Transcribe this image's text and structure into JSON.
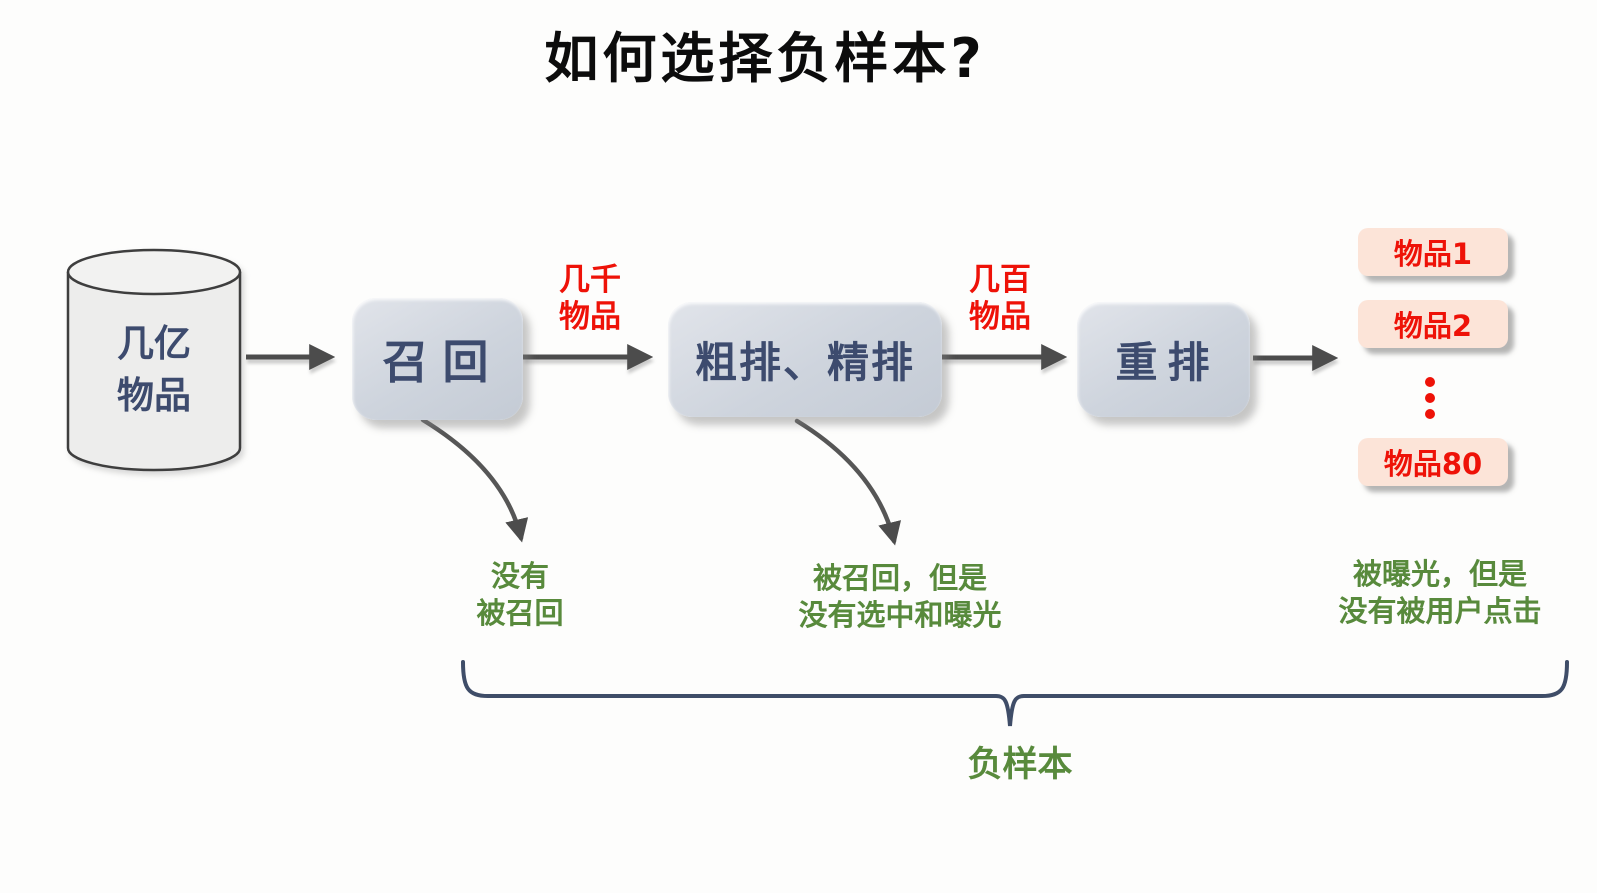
{
  "title": "如何选择负样本?",
  "source": {
    "line1": "几亿",
    "line2": "物品"
  },
  "stages": [
    {
      "label": "召回"
    },
    {
      "label": "粗排、精排"
    },
    {
      "label": "重排"
    }
  ],
  "flow_counts": [
    {
      "line1": "几千",
      "line2": "物品"
    },
    {
      "line1": "几百",
      "line2": "物品"
    }
  ],
  "output_items": [
    {
      "label": "物品1"
    },
    {
      "label": "物品2"
    },
    {
      "label": "物品80"
    }
  ],
  "negative_sources": [
    {
      "line1": "没有",
      "line2": "被召回"
    },
    {
      "line1": "被召回，但是",
      "line2": "没有选中和曝光"
    },
    {
      "line1": "被曝光，但是",
      "line2": "没有被用户点击"
    }
  ],
  "brace_label": "负样本",
  "colors": {
    "title_text": "#0c0c0c",
    "stage_text": "#3d4b6e",
    "stage_fill": "#ced4dd",
    "count_red": "#ee1208",
    "item_fill": "#fce4d8",
    "item_text": "#ee1208",
    "note_green": "#588a3c",
    "arrow_gray": "#4c4c4c",
    "brace_navy": "#3f4d68",
    "cylinder_fill": "#ededec"
  }
}
